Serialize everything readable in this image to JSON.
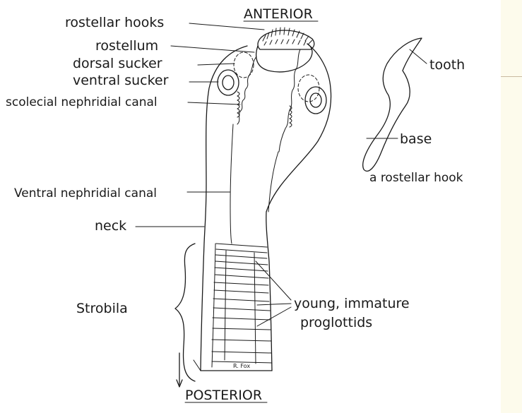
{
  "labels": {
    "anterior": "ANTERIOR",
    "posterior": "POSTERIOR",
    "rostellar_hooks": "rostellar hooks",
    "rostellum": "rostellum",
    "dorsal_sucker": "dorsal sucker",
    "ventral_sucker": "ventral sucker",
    "scolecial_nephridial_canal": "scolecial nephridial canal",
    "ventral_nephridial_canal": "Ventral nephridial canal",
    "neck": "neck",
    "strobila": "Strobila",
    "young_immature_line1": "young, immature",
    "young_immature_line2": "proglottids",
    "tooth": "tooth",
    "base": "base",
    "a_rostellar_hook": "a rostellar hook",
    "signature": "R. Fox"
  },
  "colors": {
    "ink": "#1a1a1a",
    "background": "#ffffff",
    "sidebar": "#fdfbec",
    "sidebar_rule": "#c8b9a0"
  }
}
